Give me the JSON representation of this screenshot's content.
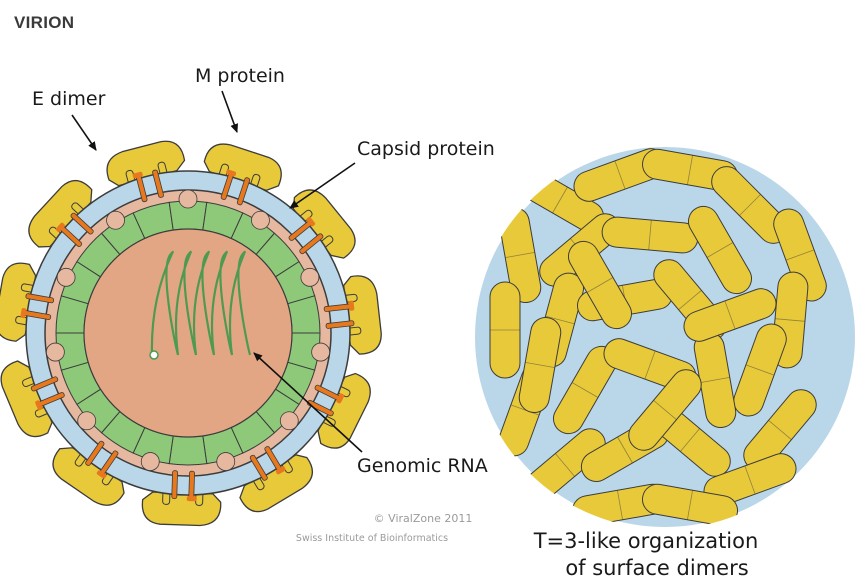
{
  "title": "VIRION",
  "labels": {
    "m_protein": "M protein",
    "e_dimer": "E dimer",
    "capsid_protein": "Capsid protein",
    "genomic_rna": "Genomic RNA",
    "organization_line1": "T=3-like organization",
    "organization_line2": "of surface dimers"
  },
  "credit": {
    "copyright": "© ViralZone 2011",
    "institute": "Swiss Institute of Bioinformatics"
  },
  "colors": {
    "e_protein": "#e8c93a",
    "m_protein": "#e8781e",
    "membrane": "#b9d7e8",
    "capsid": "#8ec97a",
    "core": "#e3a685",
    "outline": "#3c3c3c"
  },
  "icons": [
    "e-dimer-icon",
    "m-protein-icon",
    "capsid-icon",
    "rna-coil-icon"
  ]
}
